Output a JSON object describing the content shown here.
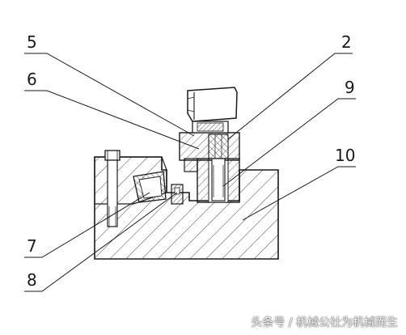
{
  "callouts": {
    "c2": "2",
    "c5": "5",
    "c6": "6",
    "c7": "7",
    "c8": "8",
    "c9": "9",
    "c10": "10"
  },
  "watermark": "头条号 / 机械公社为机械而生",
  "colors": {
    "ink": "#1a1a1a",
    "hatch": "#555555",
    "background": "#ffffff"
  }
}
